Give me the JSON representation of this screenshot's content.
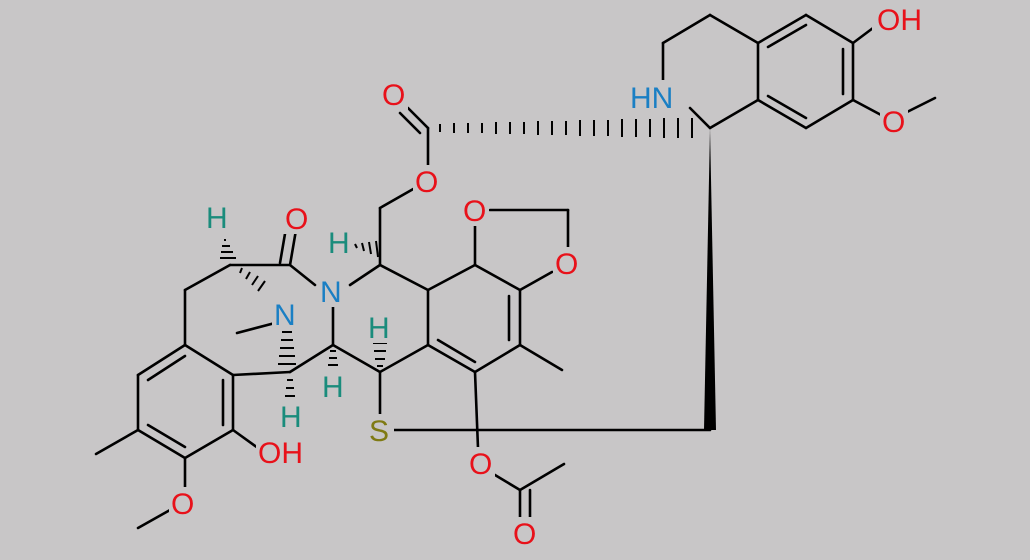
{
  "colors": {
    "background": "#c8c6c7",
    "bond": "#000000",
    "oxygen": "#e8111a",
    "nitrogen": "#1a7fc4",
    "hydrogen": "#1a8c7c",
    "sulfur": "#7f7a13"
  },
  "labels": {
    "oh_top_right": "OH",
    "nh_ring": "HN",
    "o_methoxy_right": "O",
    "o_ester_carbonyl": "O",
    "o_ester_link": "O",
    "o_dioxole_upper": "O",
    "o_dioxole_lower": "O",
    "o_lactam_carbonyl": "O",
    "h_bridgehead": "H",
    "h_n_adjacent": "H",
    "n_lactam": "N",
    "n_methyl": "N",
    "h_lower_left": "H",
    "h_center_upper": "H",
    "h_center_lower": "H",
    "s_thioether": "S",
    "oh_left_phenol": "OH",
    "o_methoxy_left": "O",
    "o_acetoxy": "O",
    "o_acetyl_carbonyl": "O"
  }
}
